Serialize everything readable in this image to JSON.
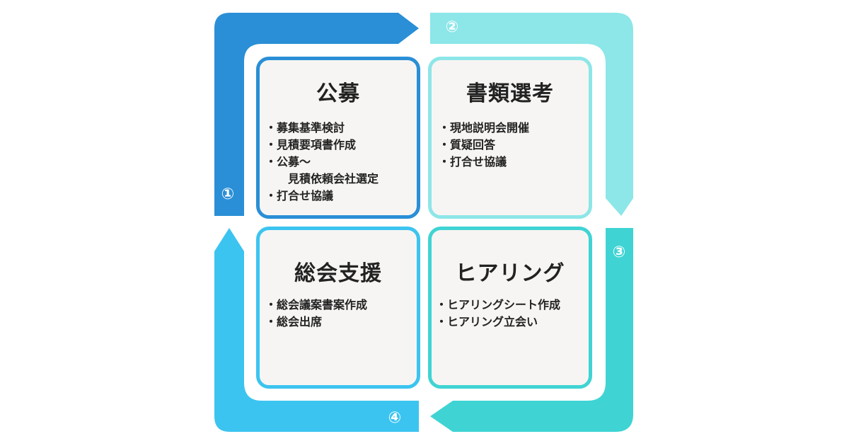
{
  "colors": {
    "step1": "#2a8fd6",
    "step2": "#8de6e8",
    "step3": "#3fd4d3",
    "step4": "#3cc4f0",
    "card_bg": "#f7f5f3",
    "text": "#222222"
  },
  "steps": [
    {
      "number": "①",
      "title": "公募",
      "items": [
        "・募集基準検討",
        "・見積要項書作成",
        "・公募～",
        "　　見積依頼会社選定",
        "・打合せ協議"
      ]
    },
    {
      "number": "②",
      "title": "書類選考",
      "items": [
        "・現地説明会開催",
        "・質疑回答",
        "・打合せ協議"
      ]
    },
    {
      "number": "③",
      "title": "ヒアリング",
      "items": [
        "・ヒアリングシート作成",
        "・ヒアリング立会い"
      ]
    },
    {
      "number": "④",
      "title": "総会支援",
      "items": [
        "・総会議案書案作成",
        "・総会出席"
      ]
    }
  ]
}
